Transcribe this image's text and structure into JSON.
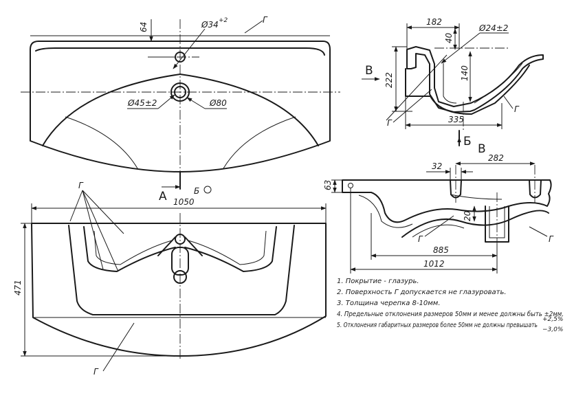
{
  "drawing": {
    "top_view": {
      "dim_hole_offset": "64",
      "dim_tap_hole": "Ø34",
      "dim_tap_tol": "+2",
      "dim_drain_inner": "Ø45±2",
      "dim_drain_outer": "Ø80",
      "surface_mark": "Г",
      "section_a": "А",
      "section_b": "Б"
    },
    "front_view": {
      "dim_width": "1050",
      "dim_height": "471",
      "surface_marks": [
        "Г",
        "Г"
      ]
    },
    "side_section": {
      "view_arrow": "В",
      "dim_depth_top": "182",
      "dim_40": "40",
      "dim_hole": "Ø24±2",
      "dim_222": "222",
      "dim_140": "140",
      "dim_335": "335",
      "surface_marks": [
        "Г",
        "Г"
      ],
      "section_b": "Б"
    },
    "section_v": {
      "title": "В",
      "dim_32": "32",
      "dim_282": "282",
      "dim_63": "63",
      "dim_20": "20",
      "dim_885": "885",
      "dim_1012": "1012",
      "surface_marks": [
        "Г",
        "Г"
      ]
    },
    "notes": [
      "1. Покрытие - глазурь.",
      "2. Поверхность Г допускается не глазуровать.",
      "3. Толщина черепка 8-10мм.",
      "4. Предельные отклонения размеров 50мм и менее должны быть ±2мм.",
      "5. Отклонения габаритных размеров более 50мм не должны превышать"
    ],
    "tolerance_plus": "+2,5%",
    "tolerance_minus": "−3,0%"
  }
}
